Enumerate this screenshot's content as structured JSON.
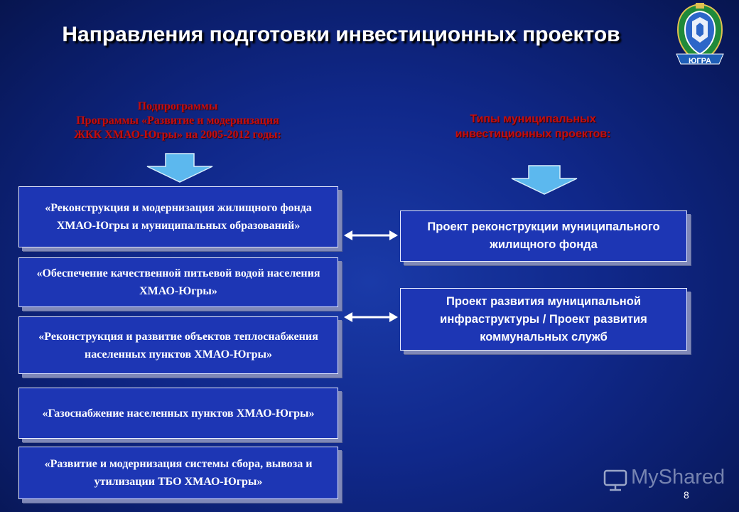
{
  "title": "Направления подготовки инвестиционных проектов",
  "emblem": {
    "text": "ЮГРА",
    "icon": "coat-of-arms-icon"
  },
  "left_heading": {
    "line1": "Подпрограммы",
    "line2": "Программы «Развитие и модернизация",
    "line3": "ЖКК ХМАО-Югры» на 2005-2012 годы:"
  },
  "right_heading": {
    "line1": "Типы муниципальных",
    "line2": "инвестиционных проектов:"
  },
  "subprograms": [
    "«Реконструкция и модернизация жилищного фонда ХМАО-Югры и муниципальных образований»",
    "«Обеспечение качественной питьевой водой населения ХМАО-Югры»",
    "«Реконструкция и развитие объектов теплоснабжения населенных пунктов ХМАО-Югры»",
    "«Газоснабжение населенных пунктов ХМАО-Югры»",
    "«Развитие и модернизация системы сбора, вывоза и утилизации ТБО ХМАО-Югры»"
  ],
  "project_types": [
    "Проект реконструкции муниципального жилищного фонда",
    "Проект развития муниципальной инфраструктуры / Проект развития коммунальных служб"
  ],
  "watermark": "MyShared",
  "page_number": "8",
  "colors": {
    "background": "#10288a",
    "box": "#1d36b4",
    "heading": "#c40e0e",
    "arrow": "#5cb8ee"
  }
}
